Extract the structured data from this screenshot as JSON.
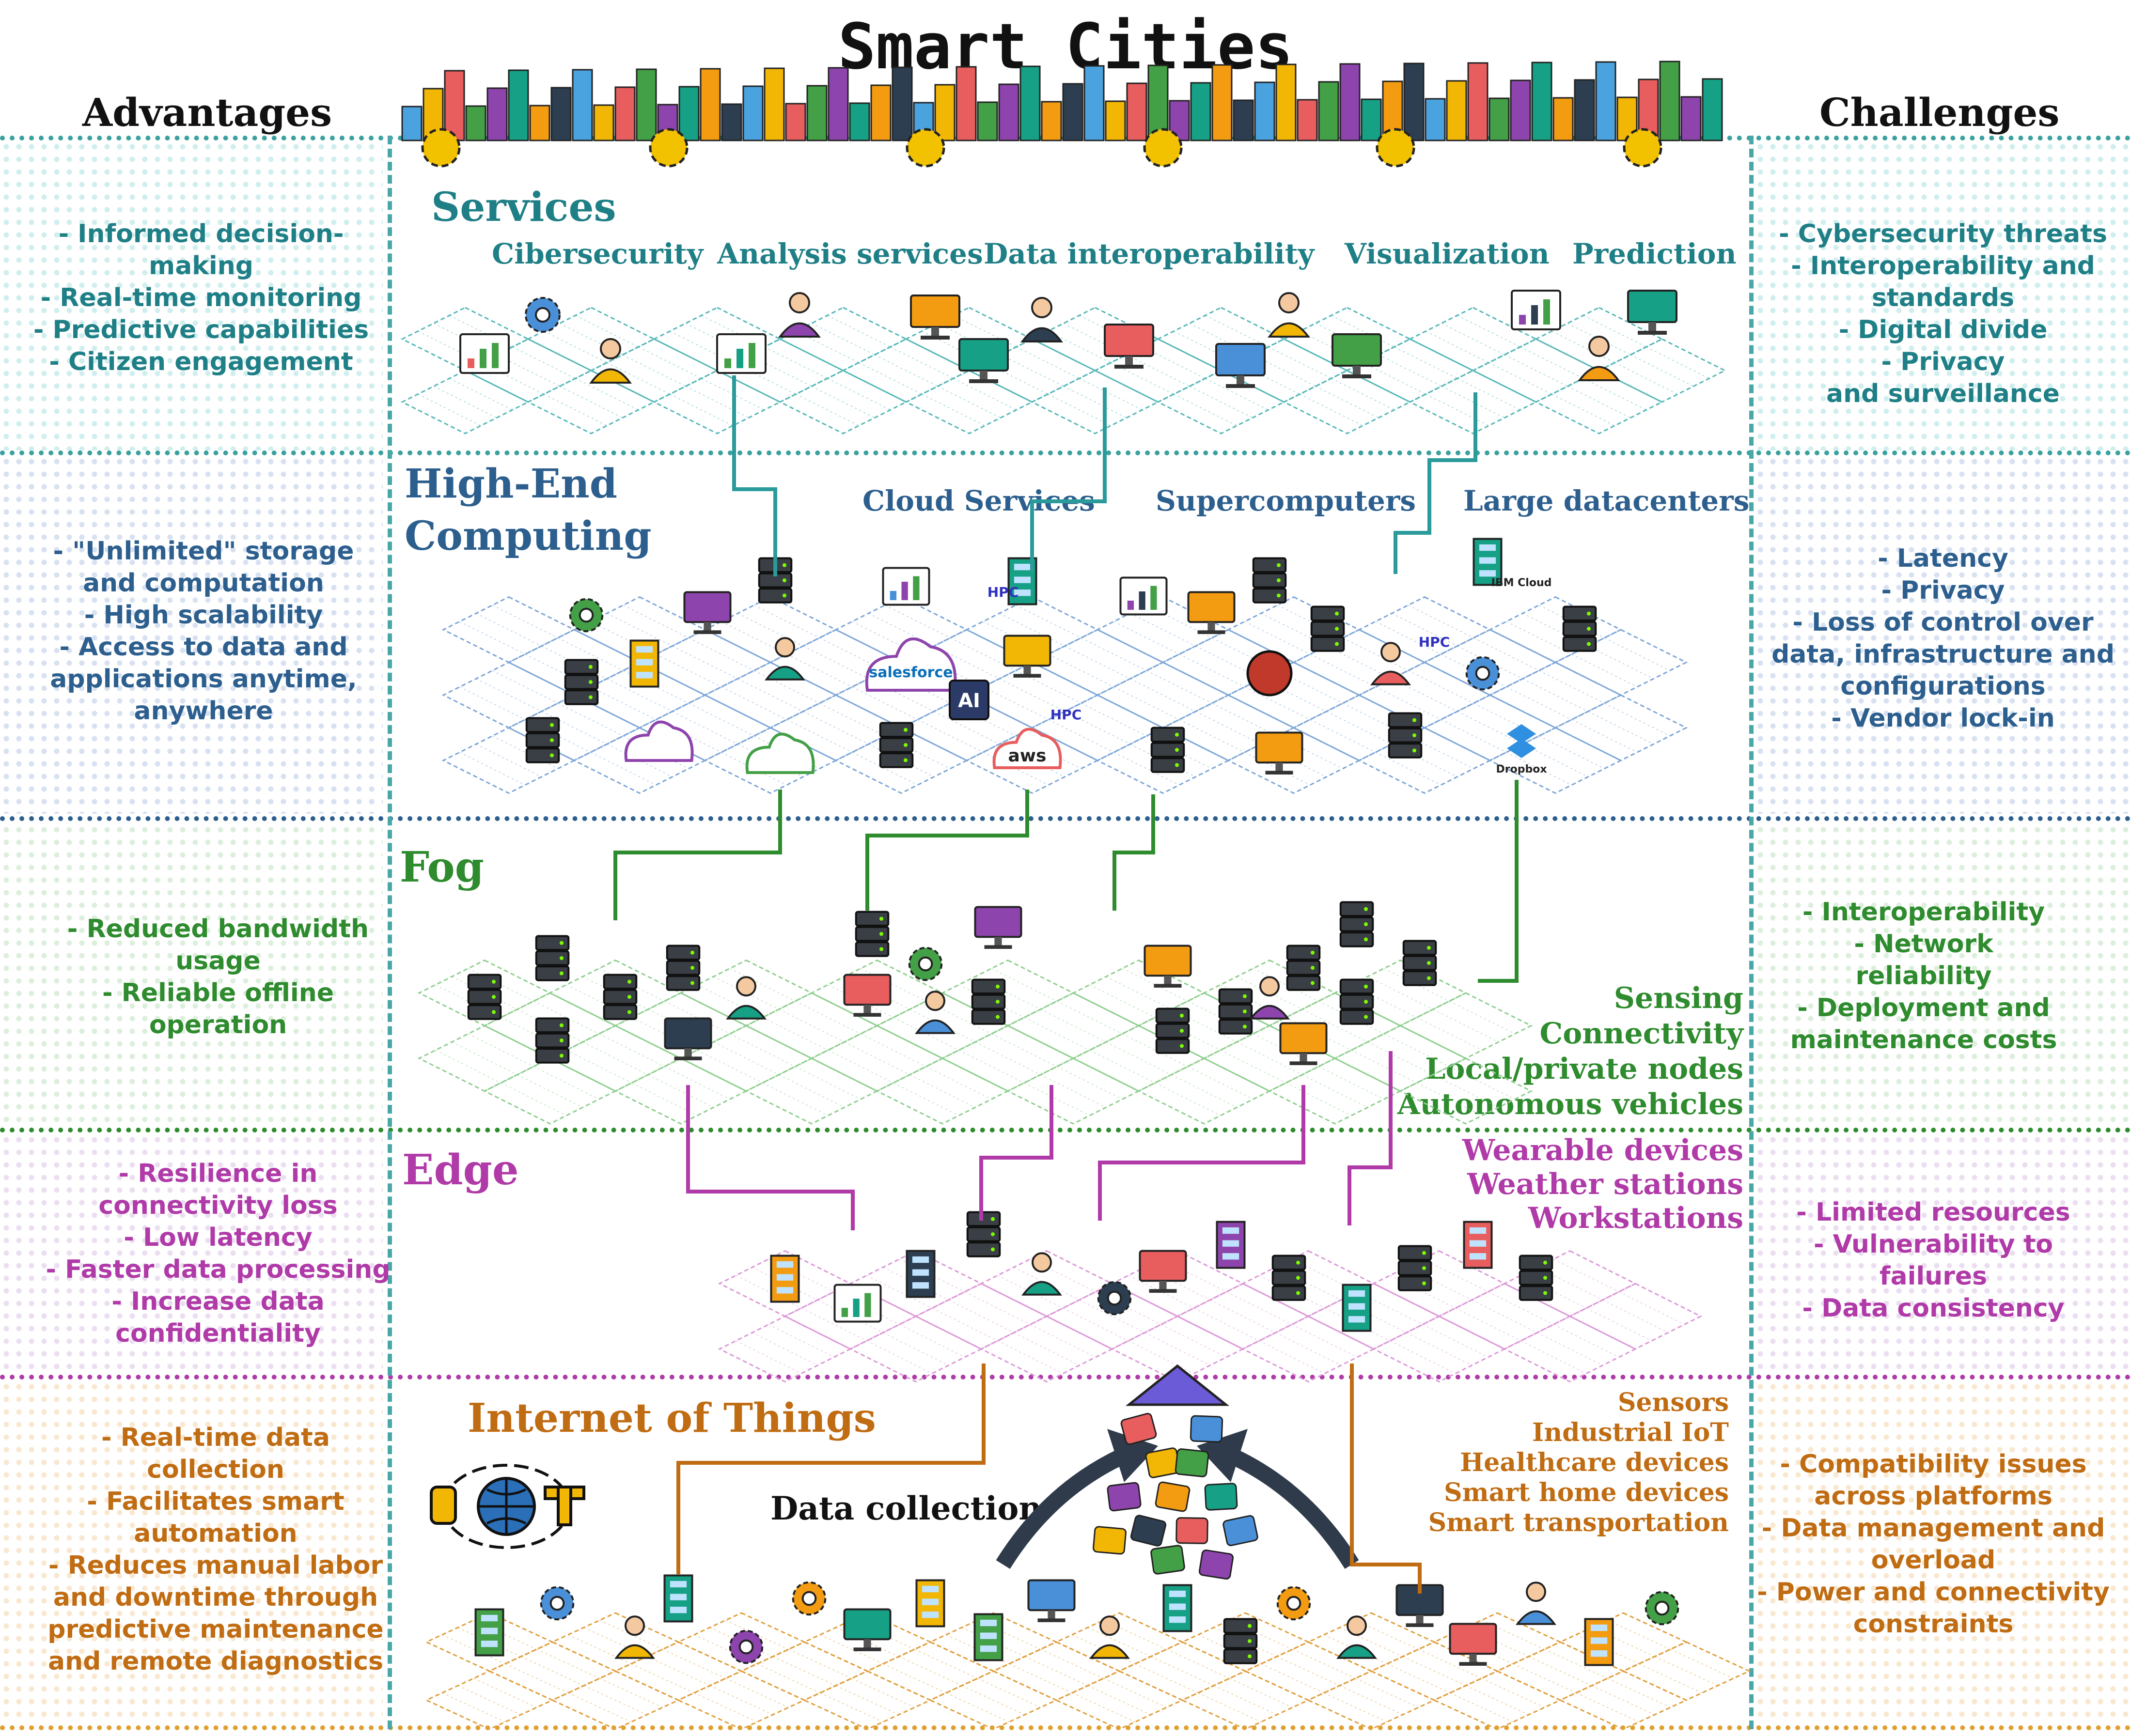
{
  "title": "Smart Cities",
  "headers": {
    "advantages": "Advantages",
    "challenges": "Challenges"
  },
  "colors": {
    "services": "#1f7f86",
    "computing": "#2d5f8e",
    "fog": "#2e8b2e",
    "edge": "#b03aa8",
    "iot": "#c06c12",
    "teal_line": "#2a9a9a"
  },
  "layers": {
    "services": {
      "title": "Services",
      "labels": [
        "Cibersecurity",
        "Analysis services",
        "Data interoperability",
        "Visualization",
        "Prediction"
      ],
      "advantages": [
        "- Informed decision-",
        "making",
        "- Real-time monitoring",
        "- Predictive capabilities",
        "- Citizen engagement"
      ],
      "challenges": [
        "- Cybersecurity threats",
        "- Interoperability and",
        "standards",
        "- Digital divide",
        "- Privacy",
        "and surveillance"
      ]
    },
    "computing": {
      "title_line1": "High-End",
      "title_line2": "Computing",
      "labels": [
        "Cloud Services",
        "Supercomputers",
        "Large datacenters"
      ],
      "advantages": [
        "- \"Unlimited\" storage",
        "and computation",
        "- High scalability",
        "- Access to data and",
        "applications anytime,",
        "anywhere"
      ],
      "challenges": [
        "- Latency",
        "- Privacy",
        "- Loss of control over",
        "data, infrastructure and",
        "configurations",
        "- Vendor lock-in"
      ],
      "icon_texts": {
        "salesforce": "salesforce",
        "aws": "aws",
        "ai": "AI",
        "hpc": "HPC",
        "ibm": "IBM Cloud",
        "dropbox": "Dropbox"
      }
    },
    "fog": {
      "title": "Fog",
      "labels": [
        "Sensing",
        "Connectivity",
        "Local/private nodes",
        "Autonomous vehicles"
      ],
      "advantages": [
        "- Reduced bandwidth",
        "usage",
        "- Reliable offline",
        "operation"
      ],
      "challenges": [
        "- Interoperability",
        "- Network",
        "reliability",
        "- Deployment and",
        "maintenance costs"
      ]
    },
    "edge": {
      "title": "Edge",
      "labels": [
        "Wearable devices",
        "Weather stations",
        "Workstations"
      ],
      "advantages": [
        "- Resilience in",
        "connectivity loss",
        "- Low latency",
        "- Faster data processing",
        "- Increase data",
        "confidentiality"
      ],
      "challenges": [
        "- Limited resources",
        "- Vulnerability to",
        "failures",
        "- Data consistency"
      ]
    },
    "iot": {
      "title": "Internet of Things",
      "logo_text": "IoT",
      "data_collection": "Data collection",
      "labels": [
        "Sensors",
        "Industrial IoT",
        "Healthcare devices",
        "Smart home devices",
        "Smart transportation"
      ],
      "advantages": [
        "- Real-time data",
        "collection",
        "- Facilitates smart",
        "automation",
        "- Reduces manual labor",
        "and downtime through",
        "predictive maintenance",
        "and remote diagnostics"
      ],
      "challenges": [
        "- Compatibility issues",
        "across platforms",
        "- Data management and",
        "overload",
        "- Power and connectivity",
        "constraints"
      ]
    }
  }
}
